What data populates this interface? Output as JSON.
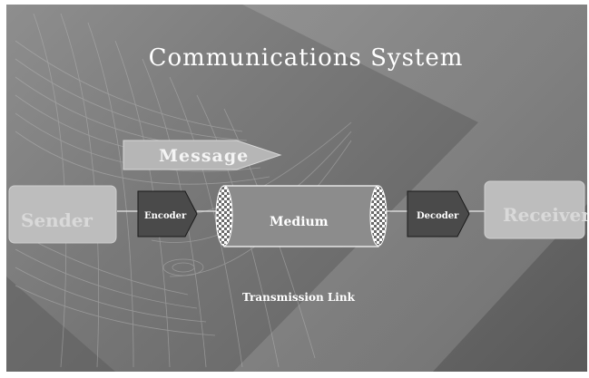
{
  "title": "Communications System",
  "diagram": {
    "message": "Message",
    "sender": "Sender",
    "encoder": "Encoder",
    "medium": "Medium",
    "decoder": "Decoder",
    "receiver": "Receiver",
    "link": "Transmission Link"
  },
  "colors": {
    "background": "#7a7a7a",
    "node_fill": "#bdbdbd",
    "coder_fill": "#4a4a4a",
    "text_light": "#ffffff"
  }
}
